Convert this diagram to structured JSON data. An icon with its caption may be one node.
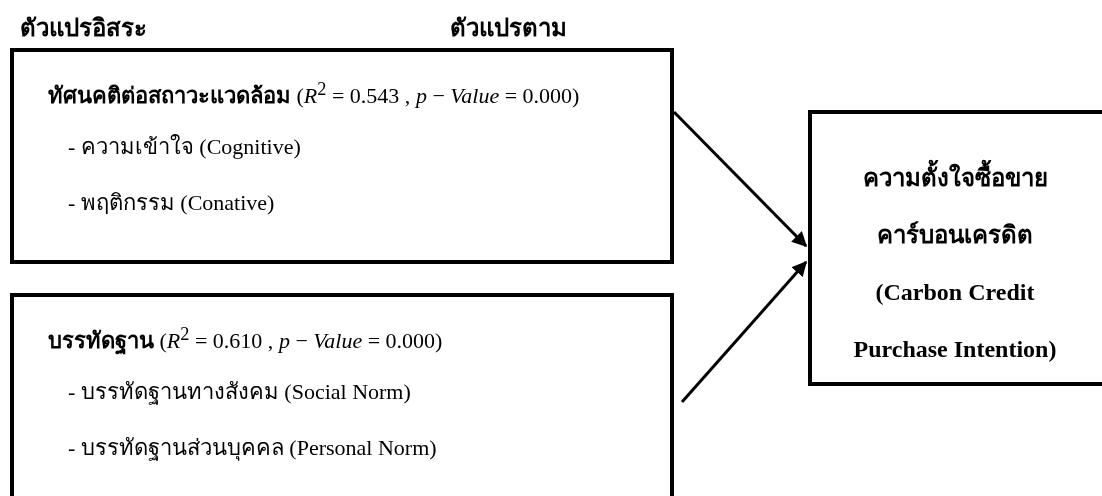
{
  "diagram": {
    "nodes": [
      {
        "text": [
          "**ทัศนคติต่อสถาวะแวดล้อม** (*R*$^{2}$ = 0.543 , *p* − *Value* = 0.000)",
          "- ความเข้าใจ (Cognitive)",
          "- พฤติกรรม (Conative)"
        ]
      },
      {
        "text": [
          "**บรรทัดฐาน** (*R*$^{2}$ = 0.610 , *p* − *Value* = 0.000)",
          "- บรรทัดฐานทางสังคม (Social Norm)",
          "- บรรทัดฐานส่วนบุคคล (Personal Norm)"
        ]
      },
      {
        "text": [
          "ความตั้งใจซื้อขายคาร์บอนเครดิต (Carbon Credit Purchase Intention)"
        ]
      }
    ],
    "edges": [
      {
        "from": 0,
        "to": 2,
        "arrow": "to"
      },
      {
        "from": 1,
        "to": 2,
        "arrow": "to"
      }
    ],
    "labels": [
      "ตัวแปรอิสระ",
      "ตัวแปรตาม"
    ]
  }
}
